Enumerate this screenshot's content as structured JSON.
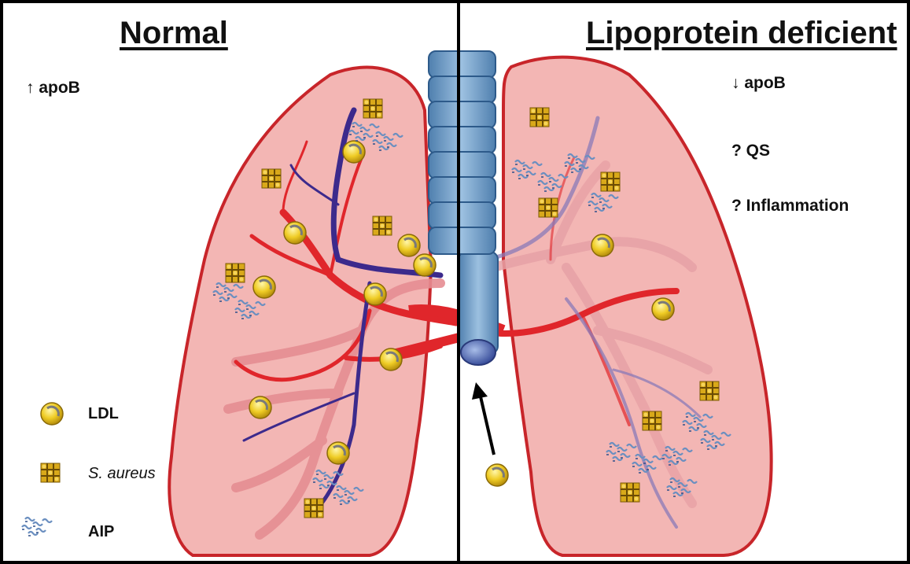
{
  "panels": {
    "left": {
      "title": "Normal",
      "notes": [
        "↑ apoB"
      ]
    },
    "right": {
      "title": "Lipoprotein deficient",
      "notes": [
        "↓ apoB",
        "? QS",
        "? Inflammation"
      ]
    }
  },
  "legend": [
    {
      "label": "LDL",
      "icon": "ldl-particle-icon"
    },
    {
      "label": "S. aureus",
      "icon": "s-aureus-icon"
    },
    {
      "label": "AIP",
      "icon": "aip-icon"
    }
  ],
  "colors": {
    "lung_fill": "#f3b6b4",
    "lung_outline": "#c8252a",
    "artery": "#e0262b",
    "vein": "#3c2a8c",
    "trachea": "#6f9cc8",
    "ldl": "#e8c31c",
    "s_aureus": "#d4a514",
    "aip": "#6b8fc0"
  }
}
